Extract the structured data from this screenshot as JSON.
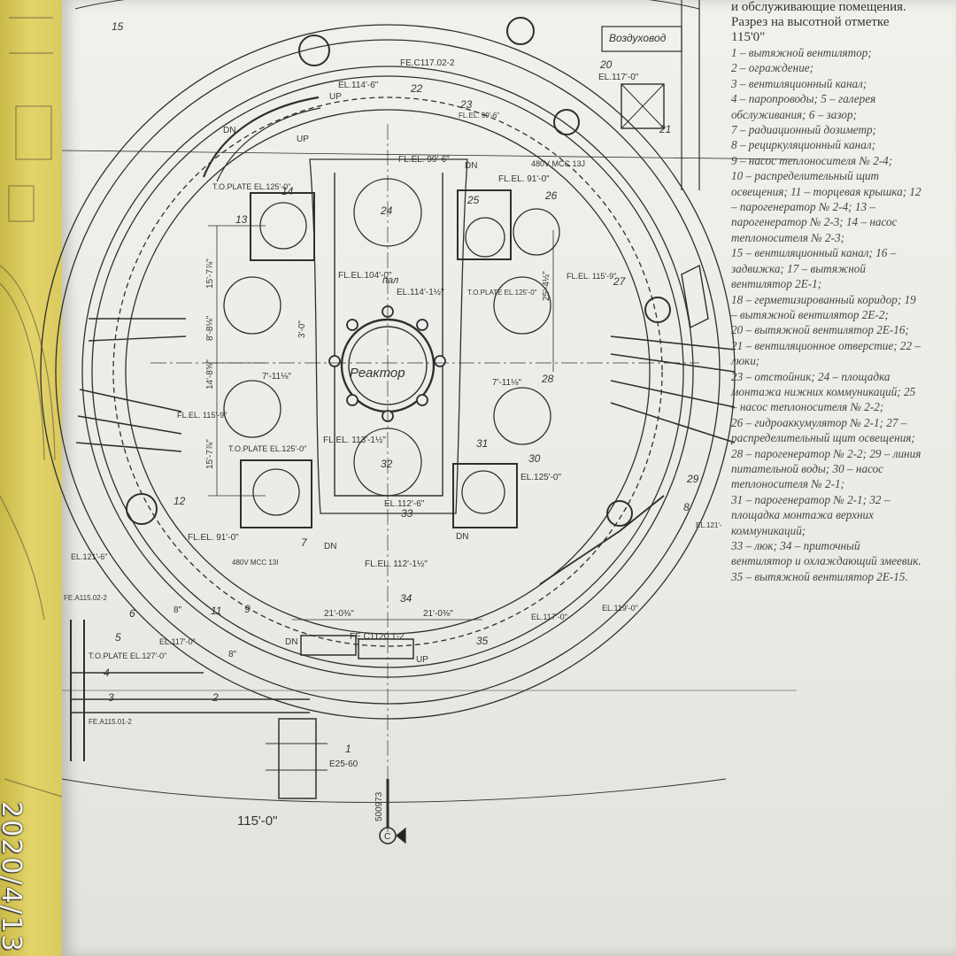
{
  "legend": {
    "caption_top": "и обслуживающие помещения. Разрез на высотной отметке 115'0\"",
    "items": [
      "1 – вытяжной вентилятор;",
      "2 – ограждение;",
      "3 – вентиляционный канал;",
      "4 – паропроводы; 5 – галерея обслуживания; 6 – зазор;",
      "7 – радиационный дозиметр;",
      "8 – рециркуляционный канал;",
      "9 – насос теплоносителя № 2-4;",
      "10 – распределительный щит освещения; 11 – торцевая крышка; 12 – парогенератор № 2-4; 13 – парогенератор № 2-3; 14 – насос теплоносителя № 2-3;",
      "15 – вентиляционный канал; 16 – задвижка; 17 – вытяжной вентилятор 2Е-1;",
      "18 – герметизированный коридор; 19 – вытяжной вентилятор 2Е-2;",
      "20 – вытяжной вентилятор 2Е-16; 21 – вентиляционное отверстие; 22 – люки;",
      "23 – отстойник; 24 – площадка монтажа нижних коммуникаций; 25 – насос теплоносителя № 2-2;",
      "26 – гидроаккумулятор № 2-1; 27 – распределительный щит освещения; 28 – парогенератор № 2-2; 29 – линия питательной воды; 30 – насос теплоносителя № 2-1;",
      "31 – парогенератор № 2-1; 32 – площадка монтажа верхних коммуникаций;",
      "33 – люк; 34 – приточный вентилятор и охлаждающий змеевик. 35 – вытяжной вентилятор 2Е-15."
    ]
  },
  "drawing": {
    "reactor_label": "Реактор",
    "duct_label": "Воздуховод",
    "pal_label": "пал",
    "elevation_label": "115'-0\"",
    "drawing_number": "500973",
    "section_mark": "C",
    "callouts": [
      "1",
      "2",
      "3",
      "4",
      "5",
      "6",
      "7",
      "8",
      "9",
      "11",
      "12",
      "13",
      "14",
      "15",
      "20",
      "21",
      "22",
      "23",
      "24",
      "25",
      "26",
      "27",
      "28",
      "29",
      "30",
      "31",
      "32",
      "33",
      "34",
      "35"
    ],
    "annotations": {
      "fe_top": "FE.C117.02-2",
      "el_top": "EL.114'-6\"",
      "el_20": "EL.117'-0\"",
      "el_23": "FL.EL. 99'-6\"",
      "fl_99": "FL.EL. 99'-6\"",
      "fl_91": "FL.EL. 91'-0\"",
      "mcc": "480V MCC 13J",
      "to_plate_14": "T.O.PLATE EL.125'-0\"",
      "fl_104": "FL.EL.104'-0\"",
      "el_114": "EL.114'-1½\"",
      "to_plate_25": "T.O.PLATE EL.125'-0\"",
      "fl_115": "FL.EL. 115'-9\"",
      "fl_115b": "FL.EL. 115'-9\"",
      "fl_113": "FL.EL. 113'-1½\"",
      "to_plate_12": "T.O.PLATE EL.125'-0\"",
      "el_125": "EL.125'-0\"",
      "el_112": "EL.112'-6\"",
      "fl_91b": "FL.EL. 91'-0\"",
      "mcc_b": "480V MCC 13I",
      "fl_112": "FL.EL. 112'-1½\"",
      "el_121": "EL.121'-6\"",
      "fe_115": "FE.A115.02-2",
      "el_117b": "EL.117'-0\"",
      "to_plate_127": "T.O.PLATE EL.127'-0\"",
      "fe_115_01": "FE.A115.01-2",
      "fe_120": "FE.C1120.1-2",
      "el_117c": "EL.117'-0\"",
      "el_119": "EL.119'-0\"",
      "el_121b": "EL.121'-",
      "dim_15_7a": "15'-7⅞\"",
      "dim_8_8": "8'-8⅛\"",
      "dim_14_8": "14'-8⅝\"",
      "dim_15_7b": "15'-7⅞\"",
      "dim_7_11": "7'-11⅛\"",
      "dim_7_11b": "7'-11⅛\"",
      "dim_25_4": "25'-4½\"",
      "dim_21a": "21'-0⅜\"",
      "dim_21b": "21'-0⅜\"",
      "dim_8a": "8\"",
      "dim_8b": "8\"",
      "dim_3": "3'-0\"",
      "dim_25_60": "E25-60",
      "up1": "UP",
      "up2": "UP",
      "up3": "UP",
      "dn1": "DN",
      "dn2": "DN",
      "dn3": "DN",
      "dn4": "DN",
      "dn5": "DN"
    }
  },
  "photo_stamp": "2020/4/13"
}
